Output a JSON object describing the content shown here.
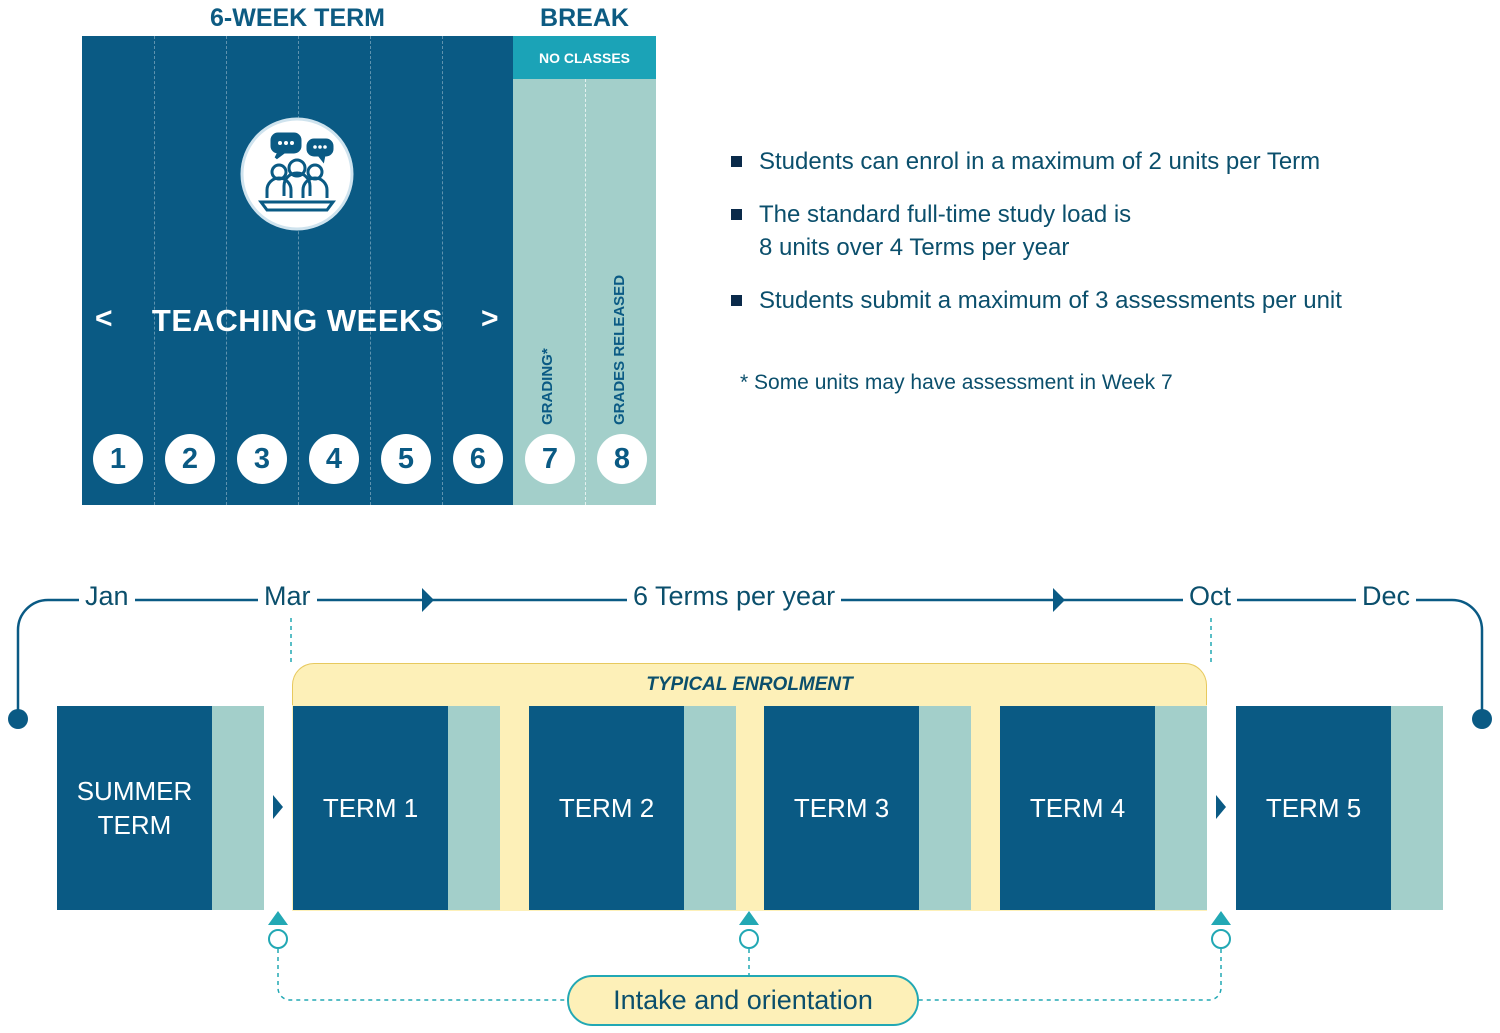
{
  "top": {
    "term_header": "6-WEEK TERM",
    "break_header": "BREAK",
    "no_classes": "NO CLASSES",
    "teaching_weeks": "TEACHING WEEKS",
    "chevron_left": "<",
    "chevron_right": ">",
    "grading_label": "GRADING*",
    "grades_released_label": "GRADES RELEASED",
    "weeks": [
      "1",
      "2",
      "3",
      "4",
      "5",
      "6",
      "7",
      "8"
    ]
  },
  "bullets": [
    "Students can enrol in a maximum of 2 units per Term",
    "The standard full-time study load is",
    "8 units over 4 Terms per year",
    "Students submit a maximum of 3 assessments per unit"
  ],
  "note": "* Some units may have assessment in Week 7",
  "timeline": {
    "months": [
      "Jan",
      "Mar",
      "Oct",
      "Dec"
    ],
    "terms_per_year": "6 Terms per year",
    "typical_enrolment": "TYPICAL ENROLMENT",
    "terms": [
      "SUMMER",
      "TERM",
      "TERM 1",
      "TERM 2",
      "TERM 3",
      "TERM 4",
      "TERM 5"
    ],
    "intake": "Intake and orientation"
  },
  "colors": {
    "dark_blue": "#0a5a84",
    "teal_light": "#a3cfca",
    "teal_bright": "#1ba3b7",
    "yellow": "#fdf0b8"
  }
}
